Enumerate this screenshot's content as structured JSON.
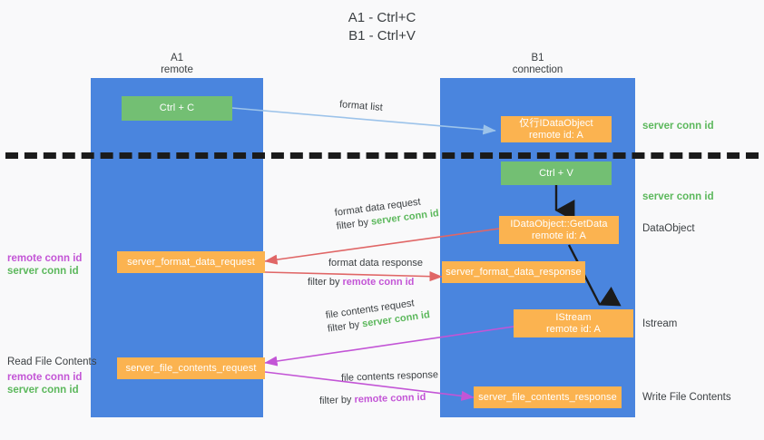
{
  "title": {
    "line1": "A1 - Ctrl+C",
    "line2": "B1 - Ctrl+V"
  },
  "lanes": [
    {
      "name": "A1",
      "sub": "remote"
    },
    {
      "name": "B1",
      "sub": "connection"
    }
  ],
  "nodes": {
    "ctrl_c": "Ctrl + C",
    "ctrl_v": "Ctrl + V",
    "idataobject_line1": "仅行IDataObject",
    "idataobject_line2": "remote id: A",
    "getdata_line1": "IDataObject::GetData",
    "getdata_line2": "remote id: A",
    "istream_line1": "IStream",
    "istream_line2": "remote id: A",
    "server_format_data_request": "server_format_data_request",
    "server_format_data_response": "server_format_data_response",
    "server_file_contents_request": "server_file_contents_request",
    "server_file_contents_response": "server_file_contents_response"
  },
  "right_labels": {
    "server_conn_id_top": "server conn id",
    "server_conn_id_mid": "server conn id",
    "dataobject": "DataObject",
    "istream": "Istream",
    "write_file_contents": "Write File Contents"
  },
  "left_labels": {
    "read_file_contents": "Read File Contents",
    "remote_conn_id_a": "remote conn id",
    "server_conn_id_a": "server conn id",
    "remote_conn_id_b": "remote conn id",
    "server_conn_id_b": "server conn id"
  },
  "edges": {
    "format_list": "format list",
    "format_data_request": "format data request",
    "filter_by": "filter by",
    "server_conn_id": "server conn id",
    "format_data_response": "format data response",
    "remote_conn_id": "remote conn id",
    "file_contents_request": "file contents request",
    "file_contents_response": "file contents response"
  },
  "colors": {
    "lane_blue": "#4a85de",
    "node_green": "#73bf73",
    "node_orange": "#fbb350",
    "arrow_lightblue": "#9cc3ea",
    "arrow_red": "#e06666",
    "arrow_magenta": "#c355d6",
    "arrow_black": "#1b1b1b",
    "text_green": "#5cb85c",
    "text_magenta": "#c355d6",
    "background": "#f9f9fa"
  }
}
